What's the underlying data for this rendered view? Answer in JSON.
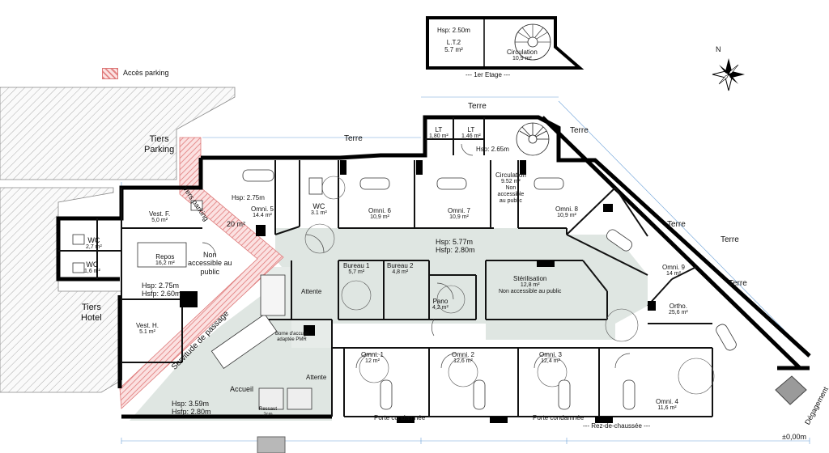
{
  "legend": {
    "parking_access": "Accès parking"
  },
  "compass": {
    "north": "N"
  },
  "level_labels": {
    "upper": "--- 1er Etage ---",
    "ground": "--- Rez-de-chaussée ---",
    "elevation": "±0,00m"
  },
  "upper_floor": {
    "lt2": {
      "hsp": "Hsp: 2.50m",
      "name": "L.T.2",
      "area": "5.7 m²"
    },
    "circulation": {
      "name": "Circulation",
      "area": "10,9 m²"
    }
  },
  "outdoor": {
    "terre": "Terre",
    "tiers_parking": [
      "Tiers",
      "Parking"
    ],
    "tiers_hotel": [
      "Tiers",
      "Hotel"
    ],
    "servitude": "Servitude de passage",
    "vers_parking": "Vers parking",
    "ramp_width": "20 m²",
    "degagement": "Dégagement"
  },
  "rooms": {
    "omni5": {
      "hsp": "Hsp: 2.75m",
      "name": "Omni. 5",
      "area": "14.4 m²"
    },
    "wc_top": {
      "name": "WC",
      "area": "3.1 m²"
    },
    "omni6": {
      "name": "Omni. 6",
      "area": "10,9 m²"
    },
    "omni7": {
      "name": "Omni. 7",
      "area": "10,9 m²"
    },
    "circulation2": {
      "name": "Circulation",
      "area": "9.52 m²",
      "note1": "Non",
      "note2": "accessible",
      "note3": "au public"
    },
    "omni8": {
      "name": "Omni. 8",
      "area": "10,9 m²"
    },
    "lt_a": {
      "name": "LT",
      "area": "1,80 m²"
    },
    "lt_b": {
      "name": "LT",
      "area": "1.46 m²"
    },
    "lt_hsp": "Hsp: 2.65m",
    "vest_f": {
      "name": "Vest. F.",
      "area": "5,0 m²"
    },
    "wc1": {
      "name": "WC",
      "area": "2,7 m²"
    },
    "wc2": {
      "name": "WC",
      "area": "1,6 m²"
    },
    "repos": {
      "name": "Repos",
      "area": "16,2 m²"
    },
    "non_access": [
      "Non",
      "accessible au",
      "public"
    ],
    "repos_hsp": "Hsp: 2.75m",
    "repos_hsfp": "Hsfp: 2.60m",
    "vest_h": {
      "name": "Vest. H.",
      "area": "5.1 m²"
    },
    "corridor_hsp": "Hsp: 5.77m",
    "corridor_hsfp": "Hsfp: 2.80m",
    "bureau1": {
      "name": "Bureau 1",
      "area": "5,7 m²"
    },
    "bureau2": {
      "name": "Bureau 2",
      "area": "4,8 m²"
    },
    "pano": {
      "name": "Pano",
      "area": "4,2 m²"
    },
    "sterilisation": {
      "name": "Stérilisation",
      "area": "12,8 m²",
      "note": "Non accessible au public"
    },
    "omni9": {
      "name": "Omni. 9",
      "area": "14 m²"
    },
    "ortho": {
      "name": "Ortho.",
      "area": "25,6 m²"
    },
    "attente1": "Attente",
    "attente2": "Attente",
    "borne": [
      "Borne d'accueil",
      "adaptée PMR"
    ],
    "accueil": "Accueil",
    "accueil_hsp": "Hsp: 3.59m",
    "accueil_hsfp": "Hsfp: 2.80m",
    "ressaut": [
      "Ressaut",
      "2cm"
    ],
    "omni1": {
      "name": "Omni. 1",
      "area": "12 m²"
    },
    "omni2": {
      "name": "Omni. 2",
      "area": "12,6 m²"
    },
    "omni3": {
      "name": "Omni. 3",
      "area": "12,4 m²"
    },
    "omni4": {
      "name": "Omni. 4",
      "area": "11,6 m²"
    },
    "porte1": "Porte condamnée",
    "porte2": "Porte condamnée"
  },
  "colors": {
    "wall": "#000000",
    "hatch": "#e28585",
    "corridor": "#dfe6e2",
    "dimension": "#6aa0d8",
    "outdoor_hatch": "#9a9a9a"
  }
}
